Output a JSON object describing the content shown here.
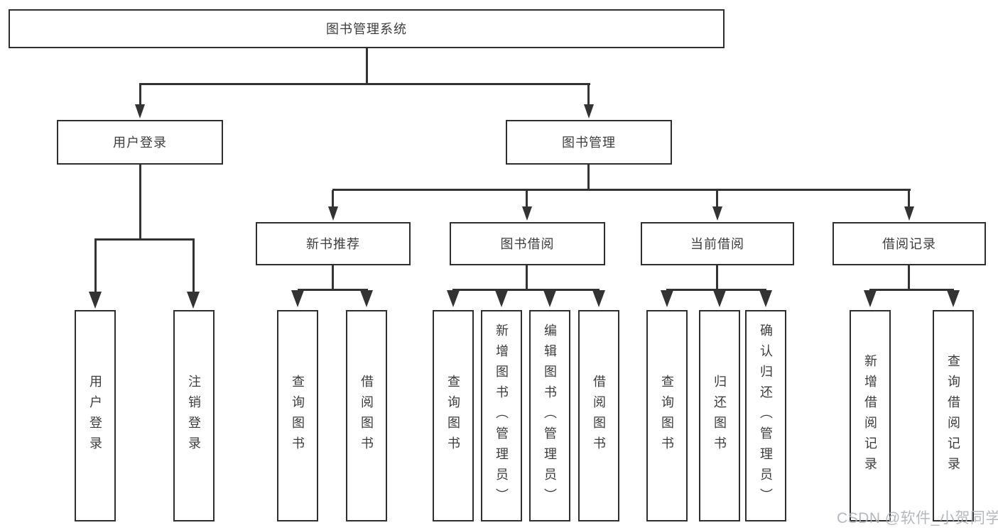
{
  "nodes": {
    "root": {
      "label": "图书管理系统"
    },
    "level2": [
      {
        "label": "用户登录"
      },
      {
        "label": "图书管理"
      }
    ],
    "level3": [
      {
        "label": "新书推荐"
      },
      {
        "label": "图书借阅"
      },
      {
        "label": "当前借阅"
      },
      {
        "label": "借阅记录"
      }
    ],
    "leaves": [
      {
        "label": "用户登录"
      },
      {
        "label": "注销登录"
      },
      {
        "label": "查询图书"
      },
      {
        "label": "借阅图书"
      },
      {
        "label": "查询图书"
      },
      {
        "label": "新增图书（管理员）"
      },
      {
        "label": "编辑图书（管理员）"
      },
      {
        "label": "借阅图书"
      },
      {
        "label": "查询图书"
      },
      {
        "label": "归还图书"
      },
      {
        "label": "确认归还（管理员）"
      },
      {
        "label": "新增借阅记录"
      },
      {
        "label": "查询借阅记录"
      }
    ]
  },
  "watermark": {
    "text": "CSDN @软件_小贺同学"
  },
  "colors": {
    "line": "#333333",
    "box_border": "#2f2f2f",
    "text": "#3d3d3d",
    "watermark": "#abb0b7",
    "background": "#ffffff"
  }
}
